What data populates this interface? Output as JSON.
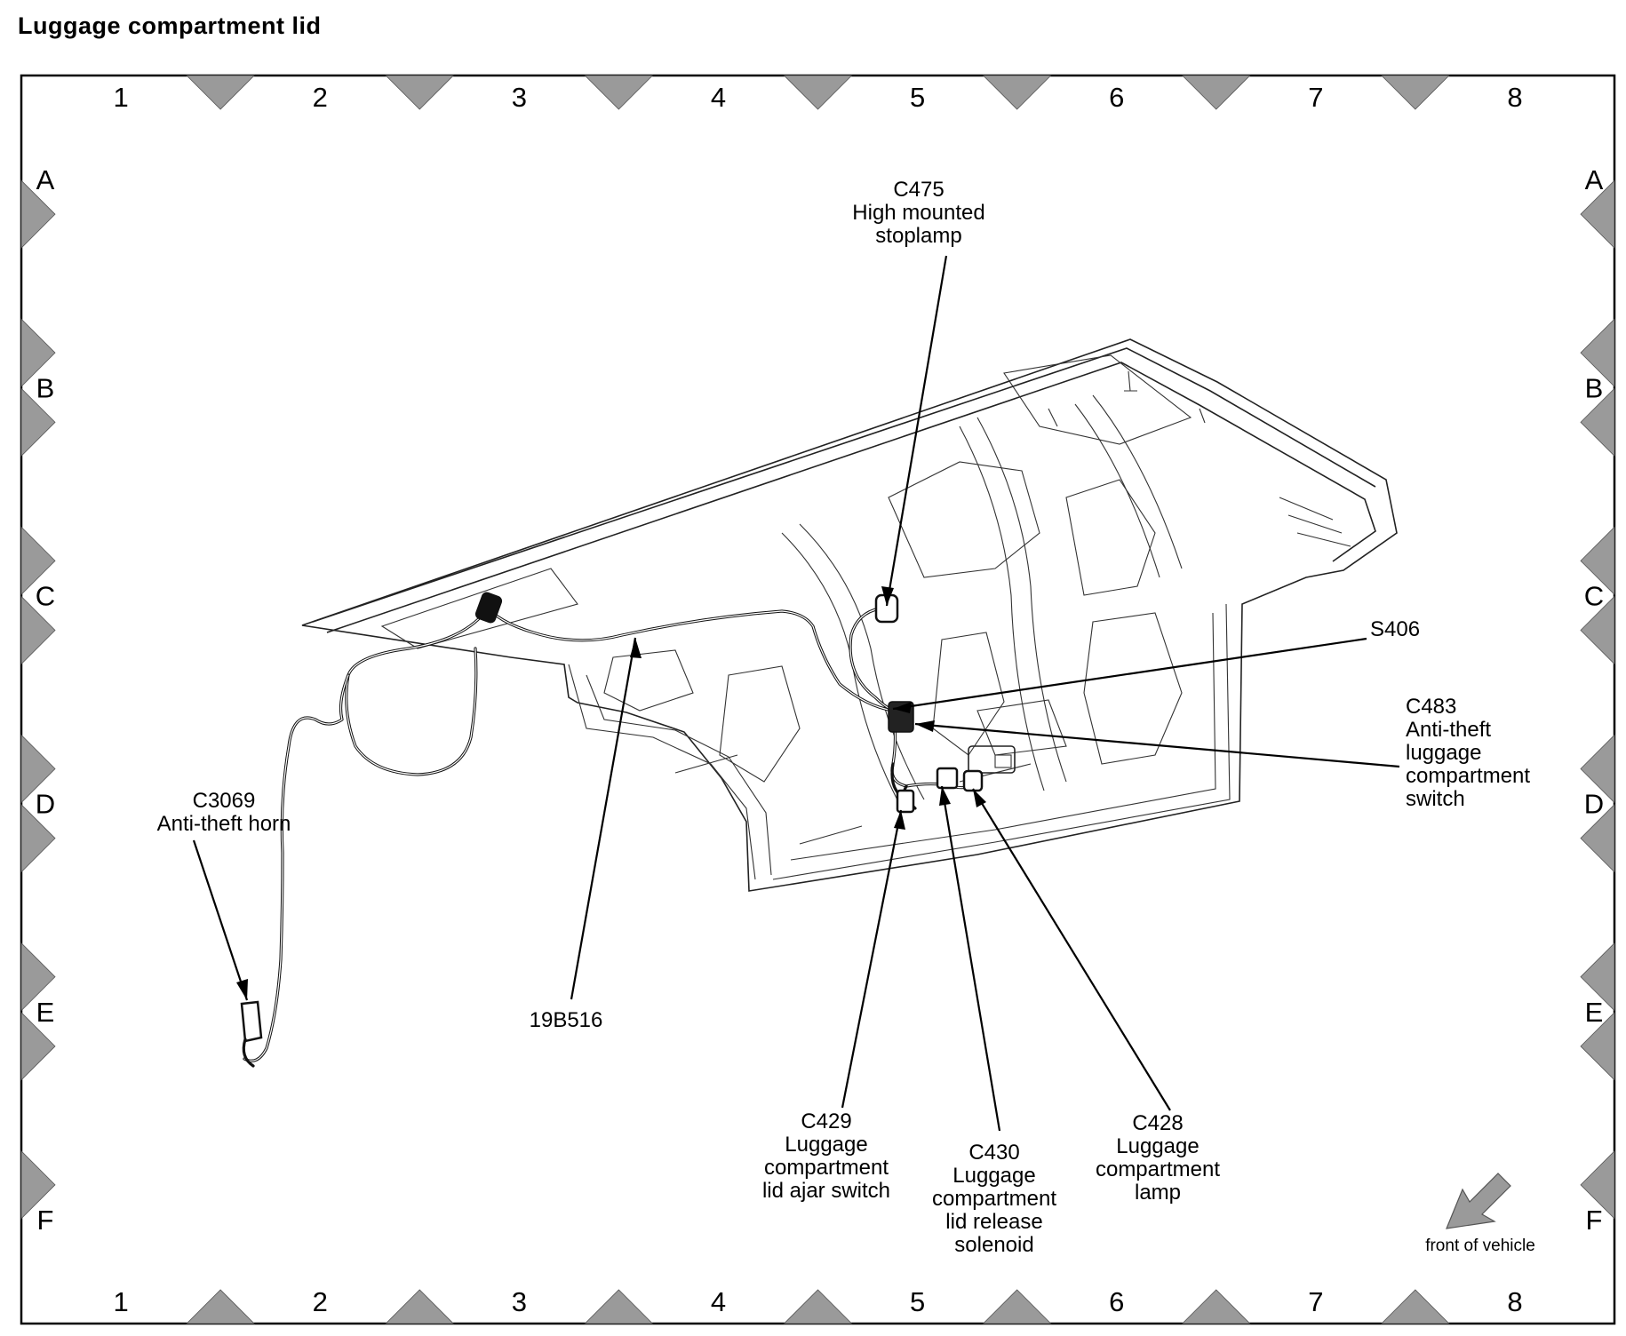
{
  "title": "Luggage  compartment  lid",
  "grid": {
    "columns": [
      "1",
      "2",
      "3",
      "4",
      "5",
      "6",
      "7",
      "8"
    ],
    "rows": [
      "A",
      "B",
      "C",
      "D",
      "E",
      "F"
    ]
  },
  "callouts": {
    "c475": {
      "lines": [
        "C475",
        "High mounted",
        "stoplamp"
      ]
    },
    "s406": {
      "lines": [
        "S406"
      ]
    },
    "c483": {
      "lines": [
        "C483",
        "Anti-theft",
        "luggage",
        "compartment",
        "switch"
      ]
    },
    "c3069": {
      "lines": [
        "C3069",
        "Anti-theft horn"
      ]
    },
    "harness": {
      "lines": [
        "19B516"
      ]
    },
    "c429": {
      "lines": [
        "C429",
        "Luggage",
        "compartment",
        "lid ajar switch"
      ]
    },
    "c430": {
      "lines": [
        "C430",
        "Luggage",
        "compartment",
        "lid release",
        "solenoid"
      ]
    },
    "c428": {
      "lines": [
        "C428",
        "Luggage",
        "compartment",
        "lamp"
      ]
    }
  },
  "orientation": {
    "label": "front of vehicle",
    "icon": "arrow-down-left-icon"
  },
  "colors": {
    "frame": "#000000",
    "markers": "#9a9a9a",
    "background": "#ffffff"
  }
}
